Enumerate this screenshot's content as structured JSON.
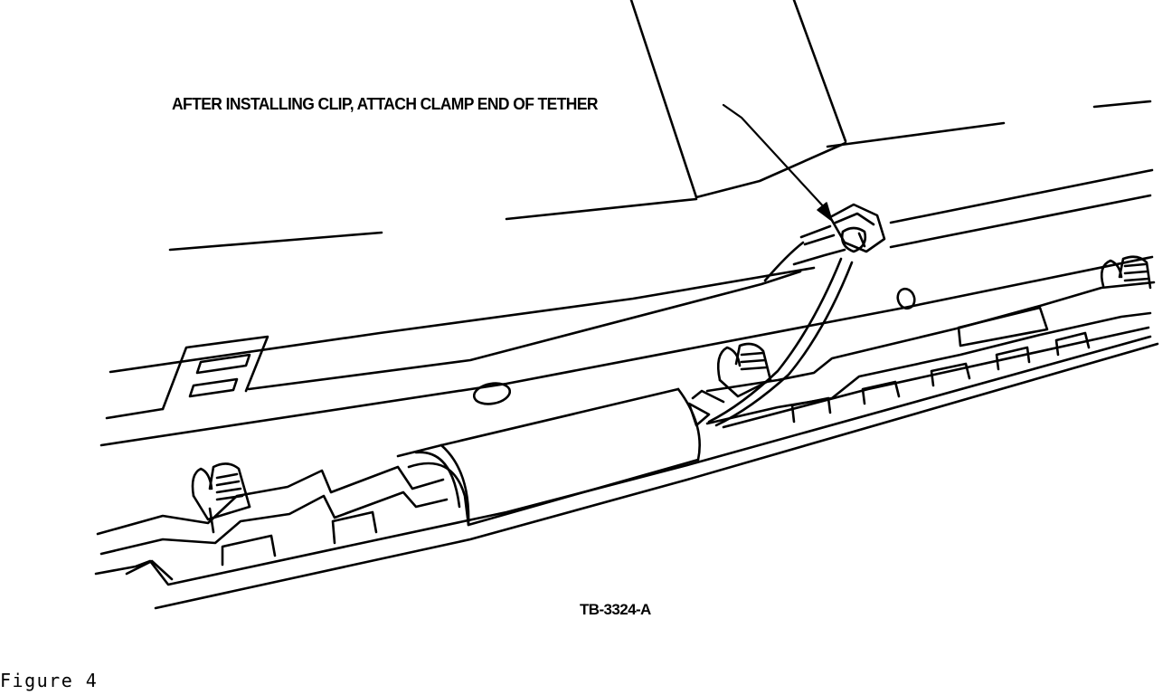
{
  "callout": {
    "text": "AFTER INSTALLING CLIP, ATTACH CLAMP END OF TETHER"
  },
  "figure_code": "TB-3324-A",
  "caption": "Figure 4",
  "colors": {
    "ink": "#000000",
    "paper": "#ffffff"
  }
}
